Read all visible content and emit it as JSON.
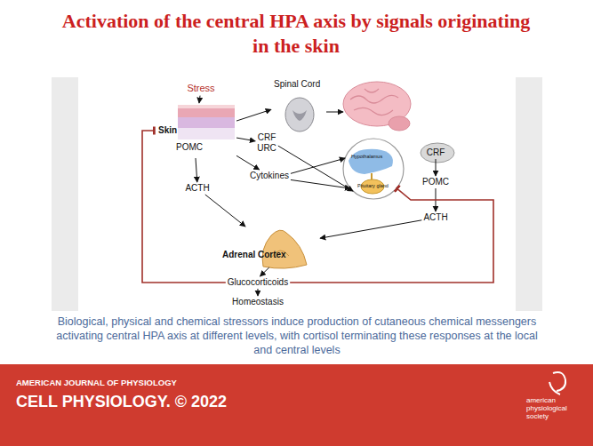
{
  "diagram": {
    "title": "Activation of the central HPA axis by signals originating in the skin",
    "caption": "Biological, physical and chemical stressors induce production of cutaneous chemical messengers activating central HPA axis at different levels, with cortisol terminating these responses at the local and central levels",
    "nodes": [
      {
        "text": [
          "Stress"
        ]
      },
      {
        "text": [
          "Skin",
          "POMC"
        ]
      },
      {
        "text": [
          "ACTH"
        ]
      },
      {
        "text": [
          "Spinal Cord"
        ]
      },
      {
        "text": [
          "CRF URC"
        ]
      },
      {
        "text": [
          "Cytokines"
        ]
      },
      {
        "text": [
          "Hypothalamus",
          "Pituitary gland"
        ]
      },
      {
        "text": [
          "CRF"
        ]
      },
      {
        "text": [
          "POMC"
        ]
      },
      {
        "text": [
          "ACTH"
        ]
      },
      {
        "text": [
          "Adrenal Cortex"
        ]
      },
      {
        "text": [
          "Glucocorticoids"
        ]
      },
      {
        "text": [
          "Homeostasis"
        ]
      }
    ],
    "edges": [
      {
        "from": 0,
        "to": 1,
        "arrow": "to"
      },
      {
        "from": 1,
        "to": 2,
        "arrow": "to"
      },
      {
        "from": 1,
        "to": 3,
        "arrow": "to"
      },
      {
        "from": 1,
        "to": 4,
        "arrow": "to"
      },
      {
        "from": 1,
        "to": 5,
        "arrow": "to"
      },
      {
        "from": 2,
        "to": 10,
        "arrow": "to"
      },
      {
        "from": 4,
        "to": 6,
        "arrow": "to"
      },
      {
        "from": 5,
        "to": 6,
        "arrow": "to"
      },
      {
        "from": 5,
        "to": 6,
        "arrow": "to"
      },
      {
        "from": 7,
        "to": 8,
        "arrow": "to"
      },
      {
        "from": 8,
        "to": 9,
        "arrow": "to"
      },
      {
        "from": 9,
        "to": 10,
        "arrow": "to"
      },
      {
        "from": 10,
        "to": 11,
        "arrow": "to"
      },
      {
        "from": 11,
        "to": 12,
        "arrow": "to"
      },
      {
        "from": 11,
        "to": 1,
        "arrow": "to"
      },
      {
        "from": 11,
        "to": 6,
        "arrow": "to"
      }
    ],
    "labels": [
      "AMERICAN JOURNAL OF PHYSIOLOGY",
      "CELL PHYSIOLOGY. © 2022",
      "american physiological society"
    ]
  }
}
